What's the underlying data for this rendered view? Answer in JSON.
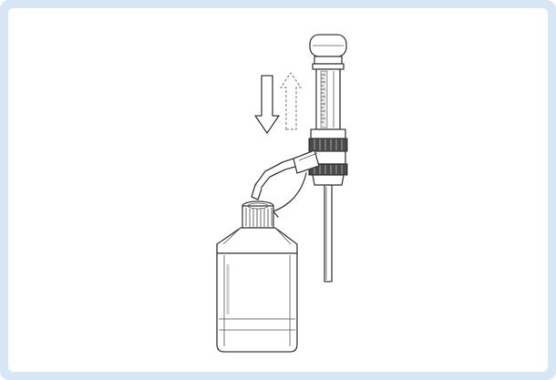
{
  "figure": {
    "frame_color": "#d6e6f5",
    "background_color": "#ffffff",
    "line_color": "#3a3a3a",
    "arrow_down_color": "#4a4a4a",
    "arrow_up_color": "#8a8a8a",
    "components": [
      "bottle",
      "bottle-cap",
      "dispenser-barrel",
      "valve-block",
      "discharge-tube",
      "intake-tube",
      "down-arrow",
      "up-arrow-dashed"
    ]
  }
}
